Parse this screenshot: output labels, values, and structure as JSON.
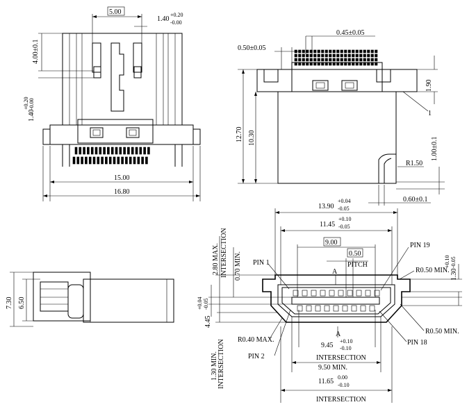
{
  "top_view": {
    "dim_width_top": "5.00",
    "dim_offset": "1.40",
    "dim_offset_tol_plus": "+0.20",
    "dim_offset_tol_minus": "-0.00",
    "dim_height_left": "4.00±0.1",
    "dim_height2_left": "1.40",
    "dim_height2_tol_plus": "+0.20",
    "dim_height2_tol_minus": "-0.00",
    "dim_15": "15.00",
    "dim_16": "16.80"
  },
  "side_view": {
    "dim_050": "0.50±0.05",
    "dim_045": "0.45±0.05",
    "dim_190": "1.90",
    "dim_1270": "12.70",
    "dim_1030": "10.30",
    "dim_r150": "R1.50",
    "dim_100": "1.00±0.1",
    "dim_060": "0.60±0.1",
    "label_1": "1"
  },
  "left_view": {
    "dim_730": "7.30",
    "dim_650": "6.50"
  },
  "front_view": {
    "dim_1390": "13.90",
    "dim_1390_plus": "+0.04",
    "dim_1390_minus": "-0.05",
    "dim_1145": "11.45",
    "dim_1145_plus": "+0.10",
    "dim_1145_minus": "-0.05",
    "dim_900": "9.00",
    "dim_050": "0.50",
    "pitch": "PITCH",
    "pin19": "PIN 19",
    "pin1": "PIN 1",
    "pin2": "PIN 2",
    "pin18": "PIN 18",
    "r050_top": "R0.50 MIN.",
    "r050_bot": "R0.50 MIN.",
    "r040": "R0.40 MAX.",
    "dim_130": "1.30",
    "dim_130_plus": "+0.10",
    "dim_130_minus": "-0.05",
    "dim_280": "2.80 MAX.",
    "intersection_a": "INTERSECTION",
    "dim_070": "0.70 MIN.",
    "dim_445": "4.45",
    "dim_445_plus": "+0.04",
    "dim_445_minus": "-0.05",
    "dim_130min": "1.30 MIN.",
    "intersection_b": "INTERSECTION",
    "dim_945": "9.45",
    "dim_945_plus": "+0.10",
    "dim_945_minus": "-0.10",
    "intersection_c": "INTERSECTION",
    "dim_950": "9.50 MIN.",
    "dim_1165": "11.65",
    "dim_1165_plus": "0.00",
    "dim_1165_minus": "-0.10",
    "intersection_d": "INTERSECTION",
    "label_a1": "A",
    "label_a2": "A"
  }
}
